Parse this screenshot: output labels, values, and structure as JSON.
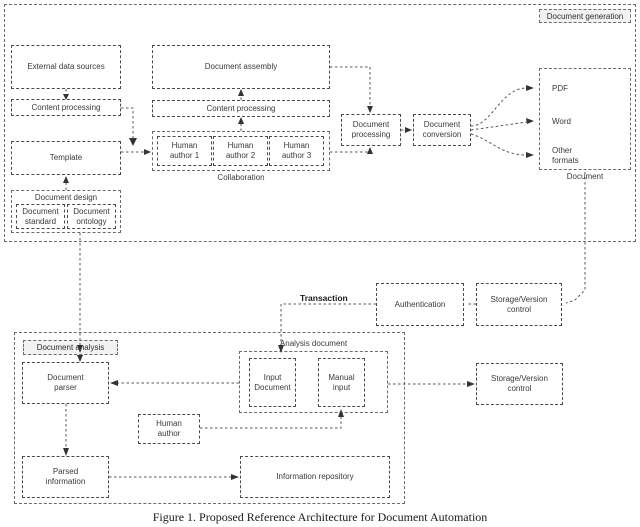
{
  "figure": {
    "caption": "Figure 1. Proposed Reference Architecture for Document Automation"
  },
  "diagram": {
    "type": "block-architecture-diagram",
    "zones": [
      {
        "id": "document-generation",
        "label": "Document generation",
        "label_style": "tagged-box-top-right"
      },
      {
        "id": "document-analysis",
        "label": "Document analysis",
        "label_style": "tagged-box-top-left"
      }
    ],
    "generation": {
      "zone_label": "Document generation",
      "external_data_sources": "External data sources",
      "content_processing_left": "Content processing",
      "template": "Template",
      "document_design": {
        "title": "Document design",
        "document_standard": "Document\nstandard",
        "document_ontology": "Document\nontology"
      },
      "document_assembly": "Document assembly",
      "content_processing_right": "Content processing",
      "collaboration": {
        "label": "Collaboration",
        "authors": [
          "Human\nauthor 1",
          "Human\nauthor 2",
          "Human\nauthor 3"
        ]
      },
      "document_processing": "Document\nprocessing",
      "document_conversion": "Document\nconversion",
      "document_output": {
        "label": "Document",
        "formats": [
          "PDF",
          "Word",
          "Other\nformats"
        ]
      }
    },
    "middle": {
      "transaction_label": "Transaction",
      "authentication": "Authentication",
      "storage_version_control": "Storage/Version\ncontrol"
    },
    "analysis": {
      "zone_label": "Document analysis",
      "document_parser": "Document\nparser",
      "parsed_information": "Parsed\ninformation",
      "human_author": "Human\nauthor",
      "analysis_document": {
        "title": "Analysis document",
        "input_document": "Input\nDocument",
        "manual_input": "Manual\ninput"
      },
      "information_repository": "Information repository",
      "storage_version_control": "Storage/Version\ncontrol"
    }
  },
  "colors": {
    "background": "#ffffff",
    "stroke": "#4a4a4a",
    "text": "#3a3a3a",
    "tag_fill": "#f2f2f2",
    "arrow": "#333333"
  }
}
